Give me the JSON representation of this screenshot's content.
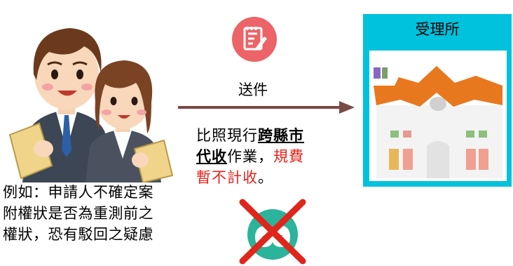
{
  "example": {
    "lines": [
      "例如：申請人不確定案",
      "附權狀是否為重測前之",
      "權狀，恐有駁回之疑慮"
    ]
  },
  "flow": {
    "send_label": "送件"
  },
  "note": {
    "line1_prefix": "比照現行",
    "line1_bold": "跨縣市",
    "line2_bold": "代收",
    "line2_mid": "作業，",
    "line2_red": "規費",
    "line3_red": "暫不計收",
    "line3_end": "。"
  },
  "office": {
    "title": "受理所"
  },
  "colors": {
    "accent_cyan": "#00c2dc",
    "doc_icon_red": "#ec6468",
    "money_teal": "#2bb39b",
    "cross_red": "#e0251b",
    "arrow_brown": "#7a4a45",
    "roof_orange": "#e8781e",
    "highlight_red": "#e8221a"
  },
  "icons": {
    "document": "document-edit-icon",
    "money": "money-bags-icon",
    "cross": "cross-icon",
    "building": "building-icon",
    "people": "two-applicants-illustration"
  }
}
